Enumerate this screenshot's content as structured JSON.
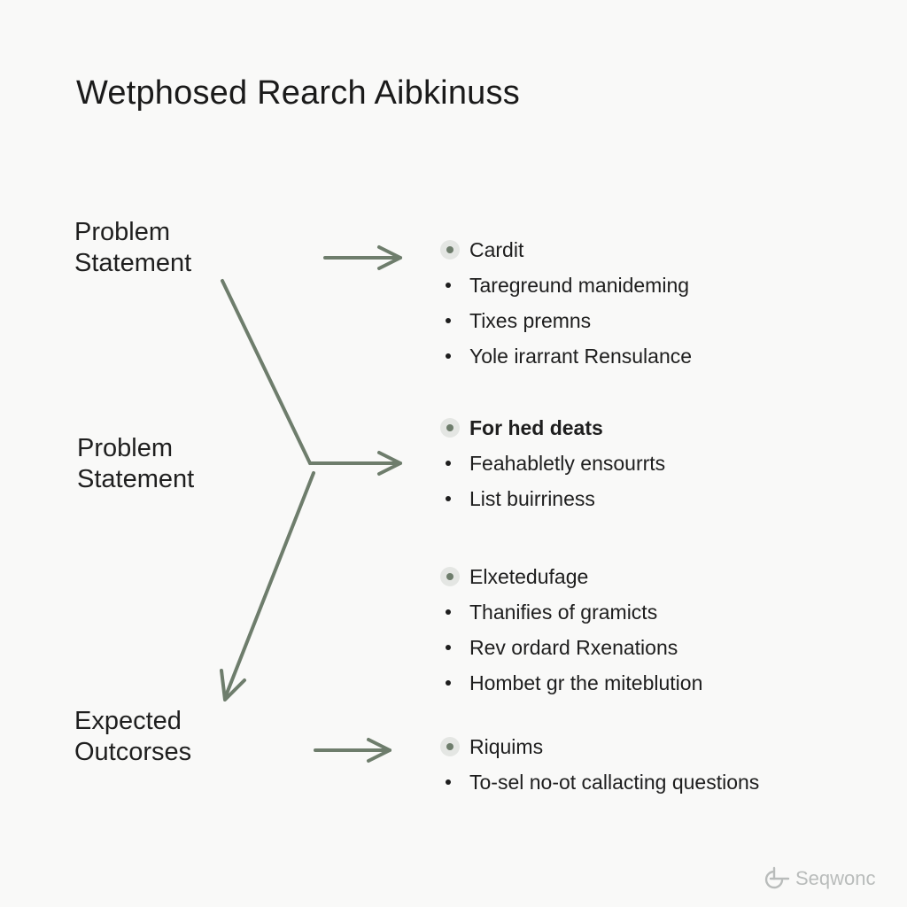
{
  "title": "Wetphosed Rearch Aibkinuss",
  "colors": {
    "background": "#f9f9f8",
    "arrow": "#6e7d6c",
    "text": "#1e1e1e",
    "watermark": "#b9bcbb"
  },
  "stages": [
    {
      "line1": "Problem",
      "line2": "Statement"
    },
    {
      "line1": "Problem",
      "line2": "Statement"
    },
    {
      "line1": "Expected",
      "line2": "Outcorses"
    }
  ],
  "groups": [
    {
      "heading": "Cardit",
      "items": [
        "Taregreund manideming",
        "Tixes premns",
        "Yole irarrant Rensulance"
      ]
    },
    {
      "heading": "For hed deats",
      "items": [
        "Feahabletly ensourrts",
        "List buirriness"
      ]
    },
    {
      "heading": "Elxetedufage",
      "items": [
        "Thanifies of gramicts",
        "Rev ordard Rxenations",
        "Hombet gr the miteblution"
      ]
    },
    {
      "heading": "Riquims",
      "items": [
        "To-sel no-ot callacting questions"
      ]
    }
  ],
  "icons": {
    "heading_marker": "ring-dot-icon",
    "item_marker": "bullet-icon",
    "watermark_logo": "logo-icon"
  },
  "watermark": {
    "text": "Seqwonc"
  }
}
